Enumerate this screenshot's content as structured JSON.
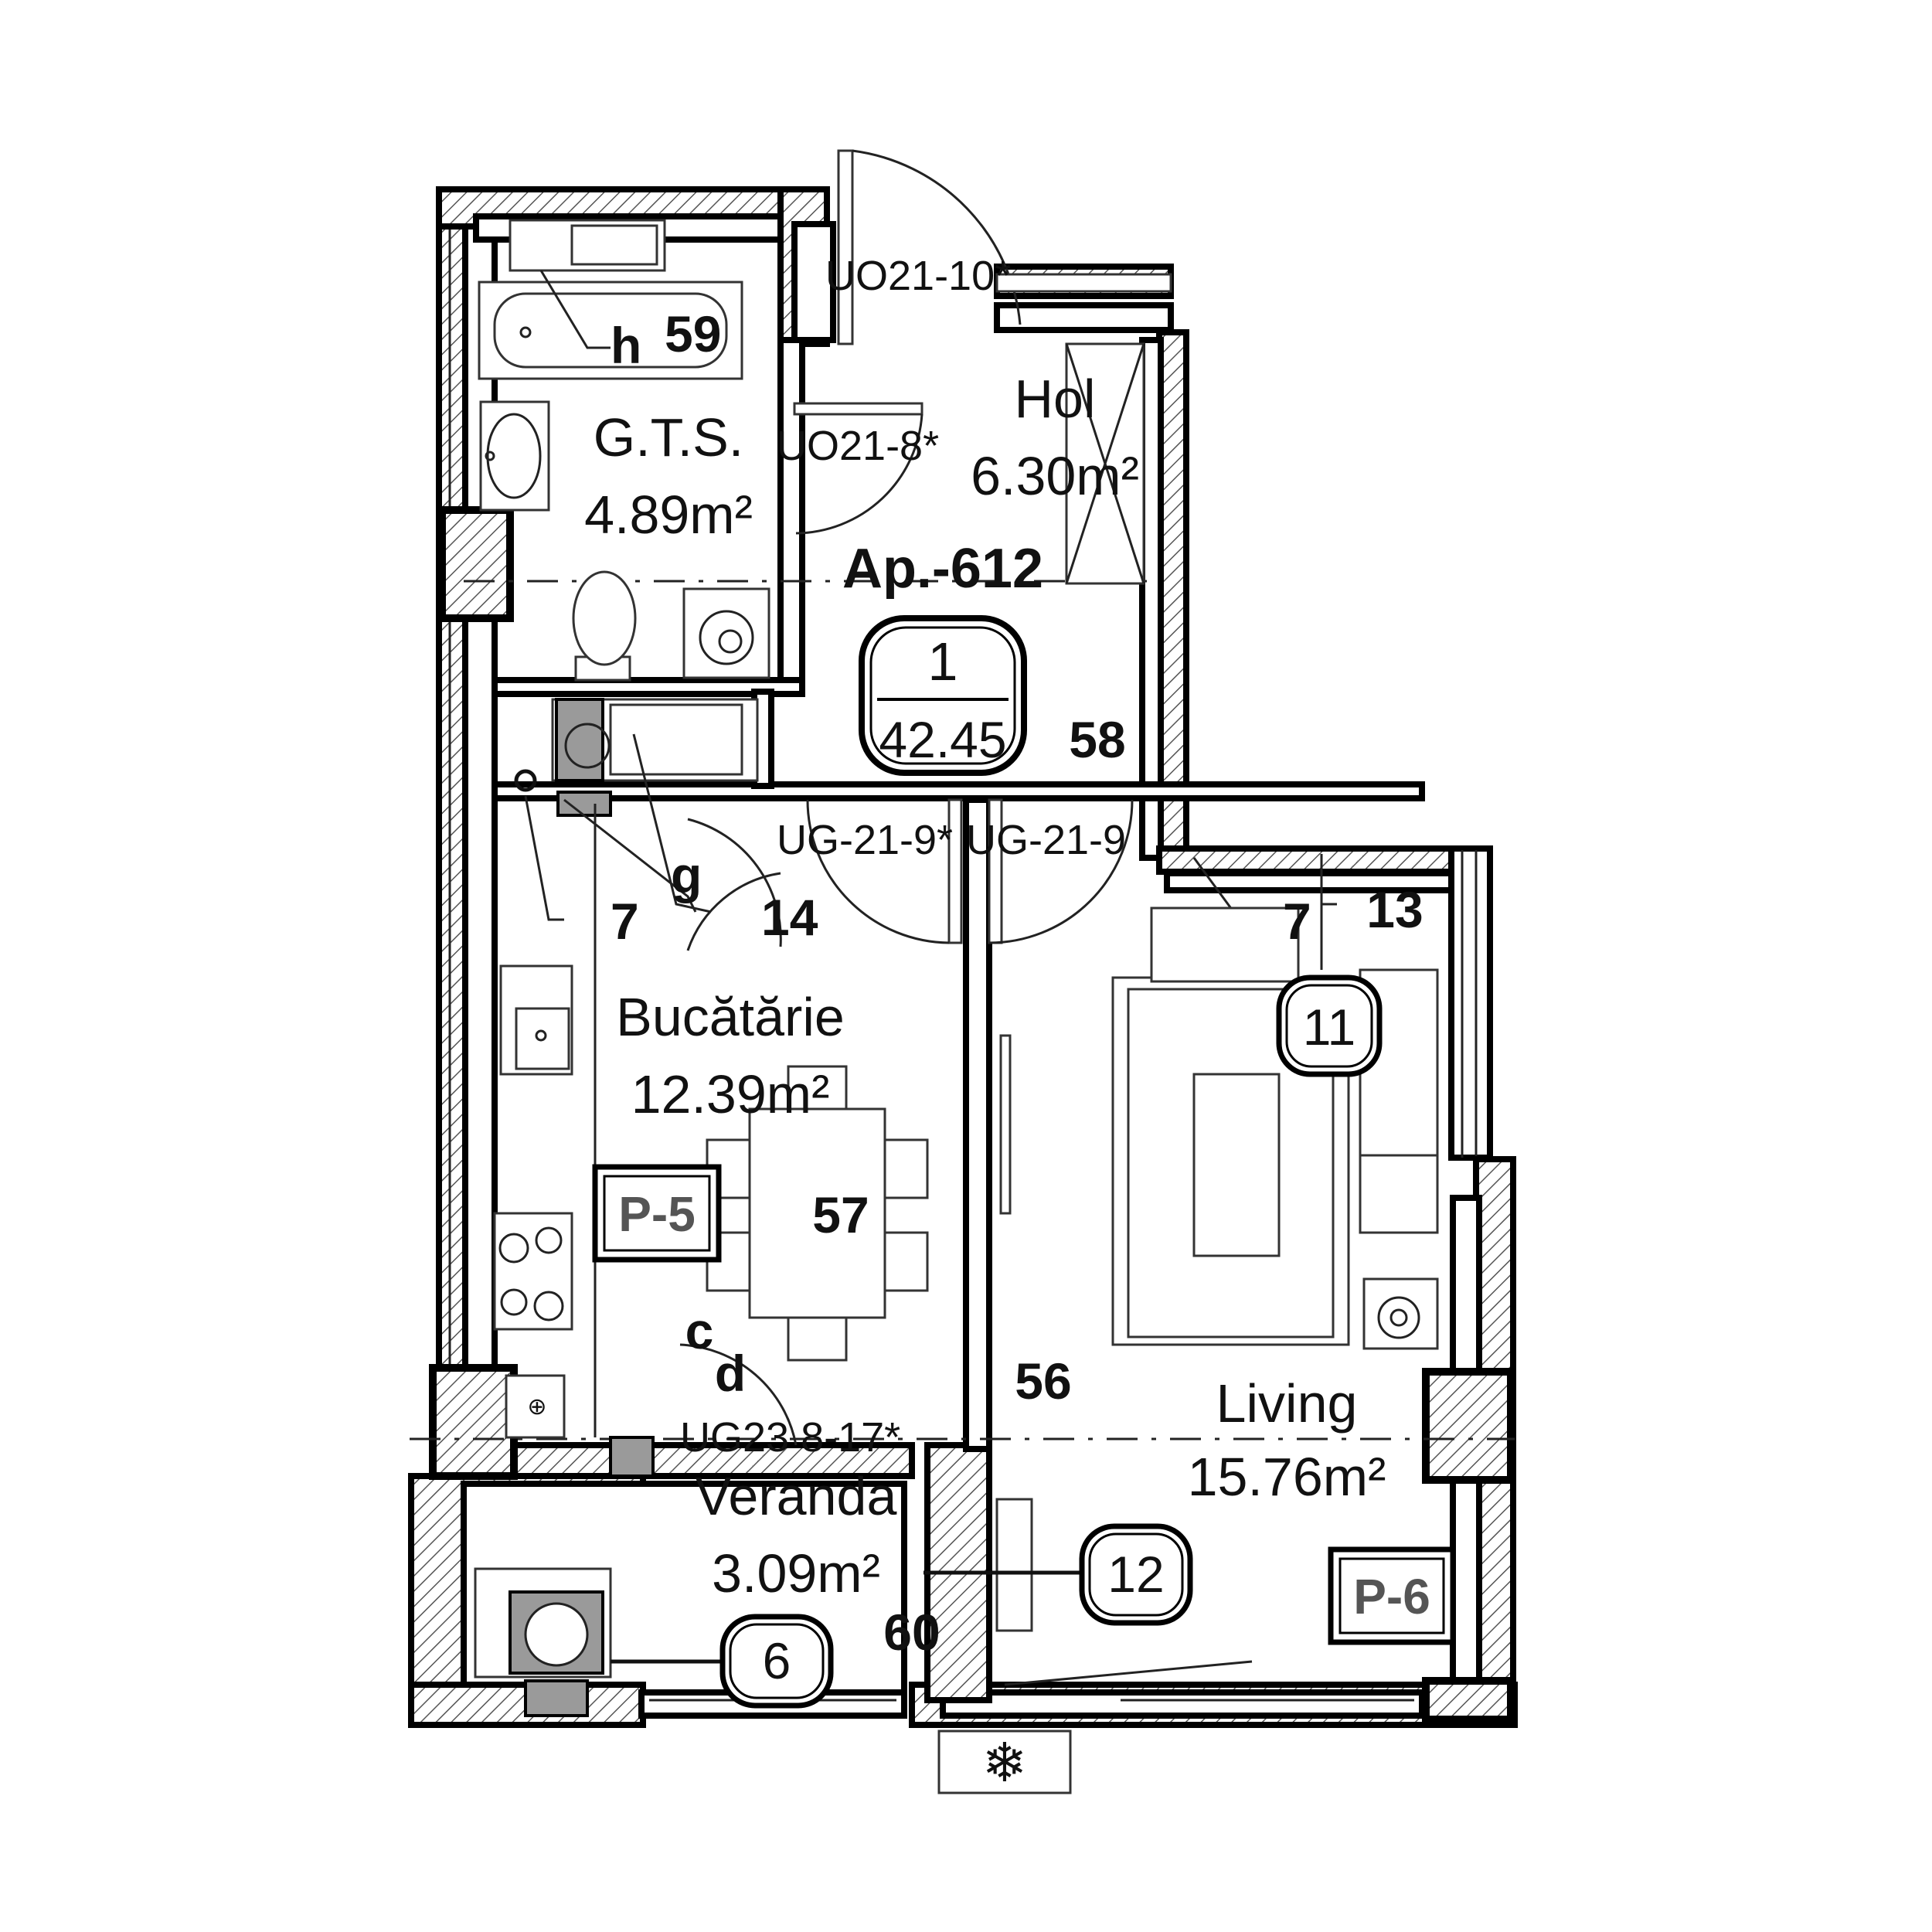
{
  "apartment": {
    "label": "Ap.-612",
    "rooms_count": "1",
    "total_area": "42.45"
  },
  "rooms": {
    "bath": {
      "name": "G.T.S.",
      "area": "4.89m²"
    },
    "hall": {
      "name": "Hol",
      "area": "6.30m²"
    },
    "kitchen": {
      "name": "Bucătărie",
      "area": "12.39m²"
    },
    "living": {
      "name": "Living",
      "area": "15.76m²"
    },
    "veranda": {
      "name": "Veranda",
      "area": "3.09m²"
    }
  },
  "doors": {
    "entrance": "UO21-10*",
    "bath": "UO21-8*",
    "kitchen": "UG-21-9*",
    "living": "UG-21-9",
    "veranda": "UG23 8-17*"
  },
  "markers": {
    "h": "h",
    "g": "g",
    "c": "c",
    "d": "d",
    "n59": "59",
    "n58": "58",
    "n57": "57",
    "n56": "56",
    "n60": "60",
    "n14": "14",
    "n13": "13",
    "n7a": "7",
    "n7b": "7"
  },
  "tags": {
    "t11": "11",
    "t12": "12",
    "t6": "6"
  },
  "panels": {
    "p5": "P-5",
    "p6": "P-6"
  },
  "icons": [
    "bathtub-icon",
    "sink-icon",
    "toilet-icon",
    "washing-machine-icon",
    "stove-icon",
    "dining-table-icon",
    "sofa-icon",
    "boiler-icon",
    "snowflake-icon"
  ]
}
